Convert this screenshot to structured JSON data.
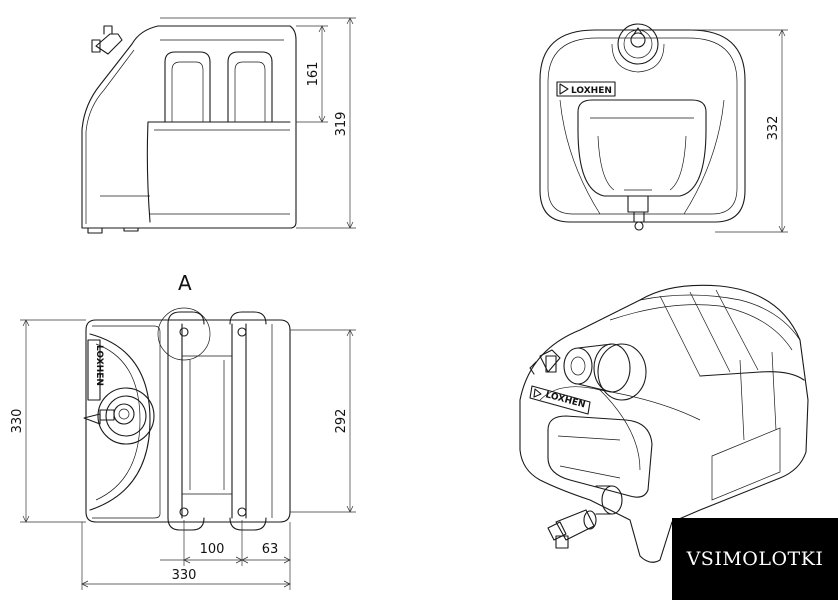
{
  "views": {
    "detail_label": "A"
  },
  "dimensions": {
    "side_upper_height": "161",
    "side_total_height": "319",
    "front_height": "332",
    "top_depth": "330",
    "top_inner_depth": "292",
    "top_spacing": "100",
    "top_offset": "63",
    "top_width": "330"
  },
  "brand_text": "LOXHEN",
  "watermark": "VSIMOLOTKI"
}
